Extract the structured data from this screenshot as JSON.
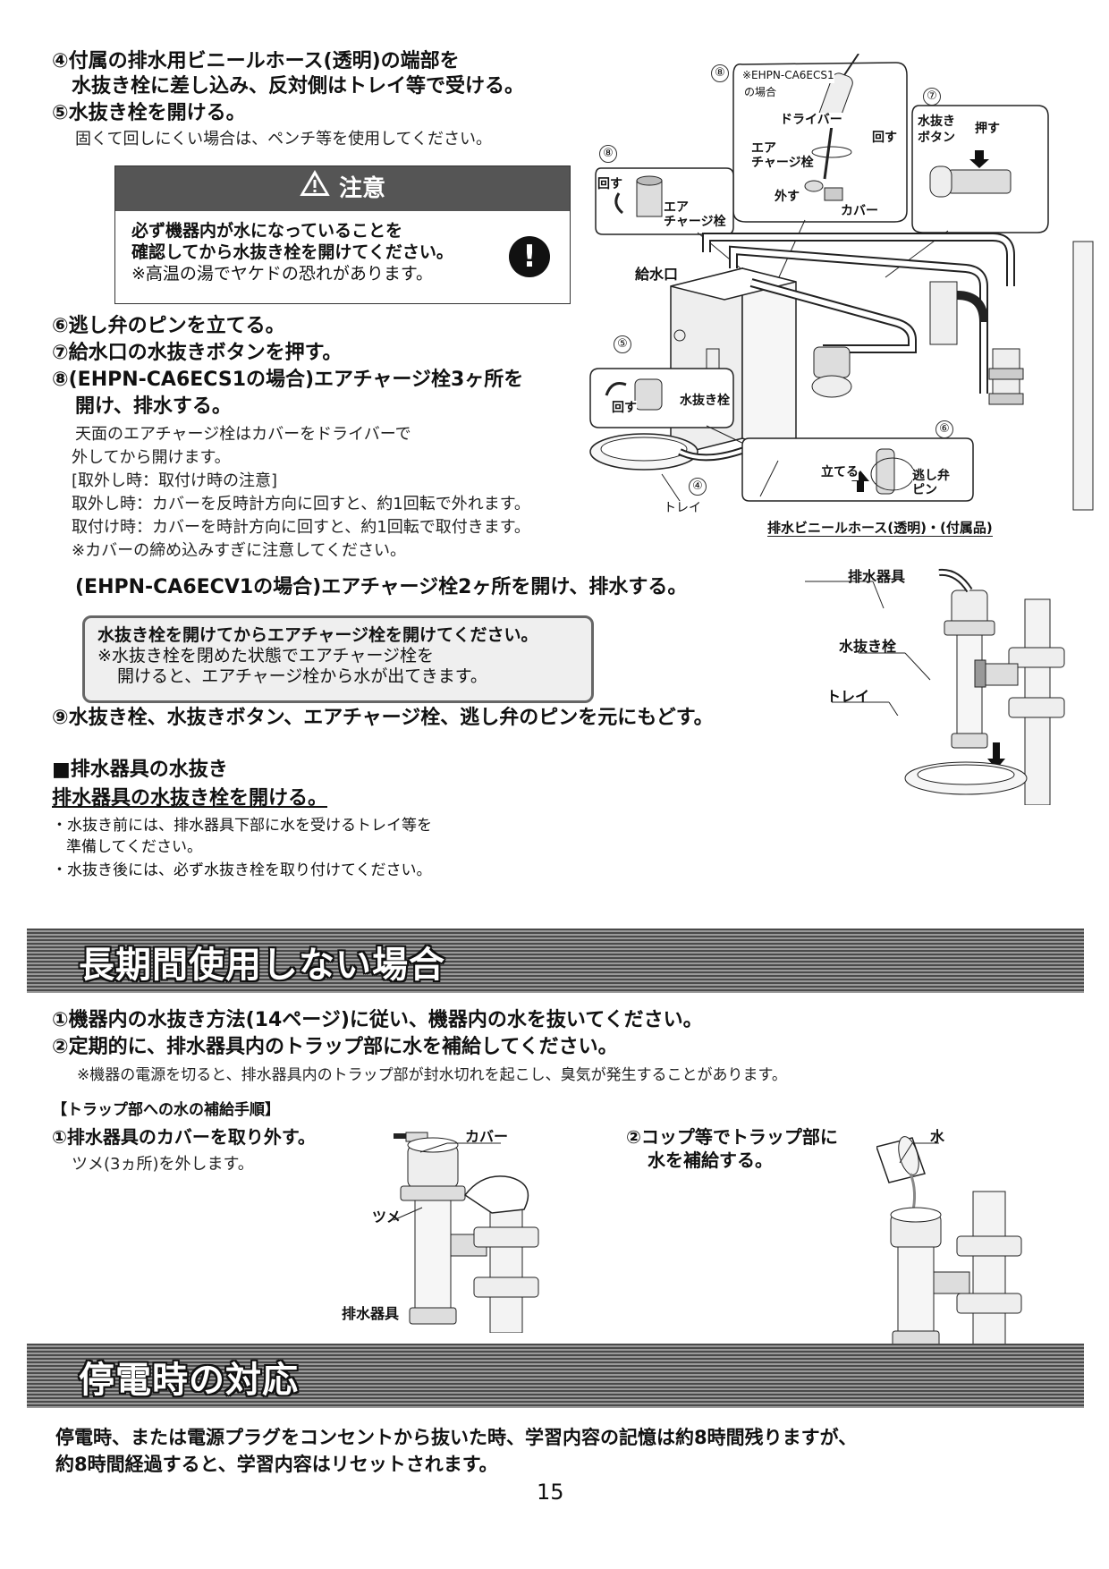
{
  "steps_top": {
    "s4": "④付属の排水用ビニールホース(透明)の端部を",
    "s4b": "水抜き栓に差し込み、反対側はトレイ等で受ける。",
    "s5": "⑤水抜き栓を開ける。",
    "s5_note": "固くて回しにくい場合は、ペンチ等を使用してください。"
  },
  "caution": {
    "title": "注意",
    "line1": "必ず機器内が水になっていることを",
    "line2": "確認してから水抜き栓を開けてください。",
    "line3": "※高温の湯でヤケドの恐れがあります。"
  },
  "steps_mid": {
    "s6": "⑥逃し弁のピンを立てる。",
    "s7": "⑦給水口の水抜きボタンを押す。",
    "s8": "⑧(EHPN-CA6ECS1の場合)エアチャージ栓3ヶ所を",
    "s8b": "開け、排水する。",
    "n1": "天面のエアチャージ栓はカバーをドライバーで",
    "n2": "外してから開けます。",
    "n3": "[取外し時：取付け時の注意]",
    "n4": "取外し時：カバーを反時計方向に回すと、約1回転で外れます。",
    "n5": "取付け時：カバーを時計方向に回すと、約1回転で取付きます。",
    "n6": "※カバーの締め込みすぎに注意してください。",
    "s8c": "(EHPN-CA6ECV1の場合)エアチャージ栓2ヶ所を開け、排水する。"
  },
  "graybox": {
    "line1": "水抜き栓を開けてからエアチャージ栓を開けてください。",
    "line2": "※水抜き栓を閉めた状態でエアチャージ栓を",
    "line3": "開けると、エアチャージ栓から水が出てきます。"
  },
  "s9": "⑨水抜き栓、水抜きボタン、エアチャージ栓、逃し弁のピンを元にもどす。",
  "drain": {
    "heading": "■排水器具の水抜き",
    "sub": "排水器具の水抜き栓を開ける。",
    "b1": "・水抜き前には、排水器具下部に水を受けるトレイ等を",
    "b1b": "準備してください。",
    "b2": "・水抜き後には、必ず水抜き栓を取り付けてください。"
  },
  "diagram_labels": {
    "n8a": "⑧",
    "ecs1_a": "※EHPN-CA6ECS1",
    "ecs1_b": "の場合",
    "driver": "ドライバー",
    "mawasu": "回す",
    "air1": "エア",
    "air2": "チャージ栓",
    "hazusu": "外す",
    "cover": "カバー",
    "n7": "⑦",
    "mizunuki": "水抜き",
    "button": "ボタン",
    "osu": "押す",
    "n8b": "⑧",
    "mawasu2": "回す",
    "air3": "エア",
    "air4": "チャージ栓",
    "kyusui": "給水口",
    "n5": "⑤",
    "mawasu3": "回す",
    "mizunukisen": "水抜き栓",
    "n6": "⑥",
    "tateru": "立てる",
    "nigashi1": "逃し弁",
    "nigashi2": "ピン",
    "n4": "④",
    "tray": "トレイ",
    "hose": "排水ビニールホース(透明)・(付属品)",
    "haisui": "排水器具",
    "mizunukisen2": "水抜き栓",
    "tray2": "トレイ"
  },
  "section1": {
    "title": "長期間使用しない場合",
    "l1": "①機器内の水抜き方法(14ページ)に従い、機器内の水を抜いてください。",
    "l2": "②定期的に、排水器具内のトラップ部に水を補給してください。",
    "l3": "※機器の電源を切ると、排水器具内のトラップ部が封水切れを起こし、臭気が発生することがあります。",
    "proc": "【トラップ部への水の補給手順】",
    "p1": "①排水器具のカバーを取り外す。",
    "p1b": "ツメ(3ヵ所)を外します。",
    "p2": "②コップ等でトラップ部に",
    "p2b": "水を補給する。",
    "lbl_cover": "カバー",
    "lbl_tsume": "ツメ",
    "lbl_haisui": "排水器具",
    "lbl_mizu": "水"
  },
  "section2": {
    "title": "停電時の対応",
    "l1": "停電時、または電源プラグをコンセントから抜いた時、学習内容の記憶は約8時間残りますが、",
    "l2": "約8時間経過すると、学習内容はリセットされます。"
  },
  "page_number": "15"
}
